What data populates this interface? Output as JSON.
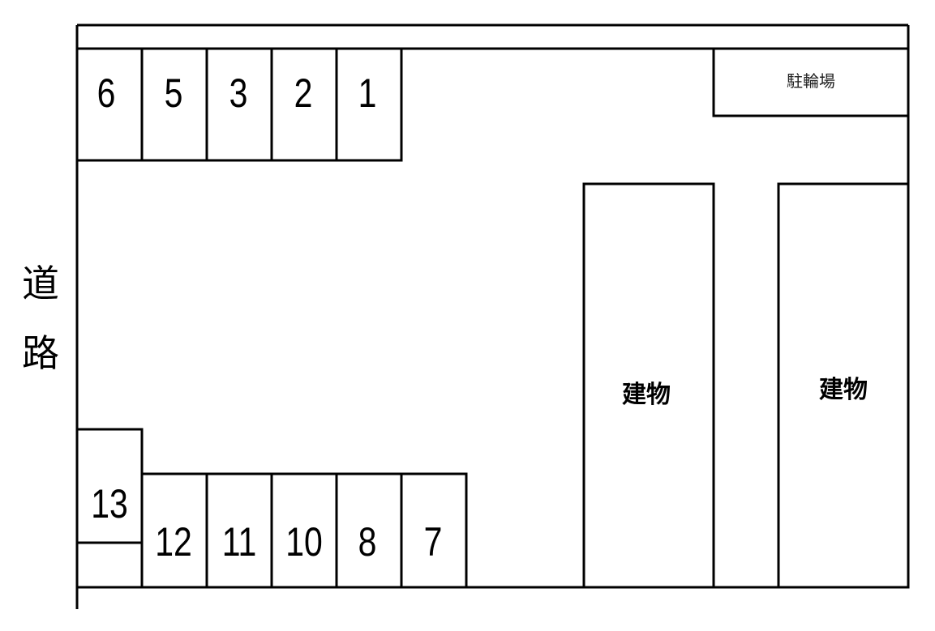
{
  "road_label": [
    "道",
    "路"
  ],
  "bicycle_parking_label": "駐輪場",
  "building_labels": [
    "建物",
    "建物"
  ],
  "top_spaces": [
    "6",
    "5",
    "3",
    "2",
    "1"
  ],
  "bottom_spaces": [
    "12",
    "11",
    "10",
    "8",
    "7"
  ],
  "corner_space": "13"
}
